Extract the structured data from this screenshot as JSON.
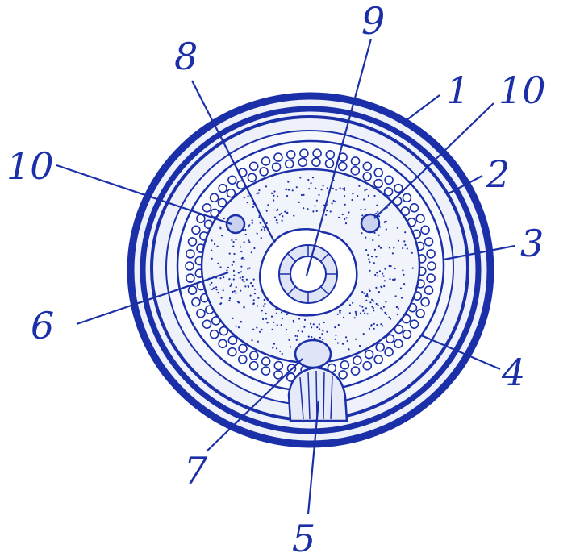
{
  "labels": {
    "l1": "1",
    "l2": "2",
    "l3": "3",
    "l4": "4",
    "l5": "5",
    "l6": "6",
    "l7": "7",
    "l8": "8",
    "l9": "9",
    "l10_left": "10",
    "l10_right": "10"
  },
  "colors": {
    "ink": "#1a2fa8",
    "light_fill": "#e8ecf8",
    "paper": "#ffffff"
  }
}
